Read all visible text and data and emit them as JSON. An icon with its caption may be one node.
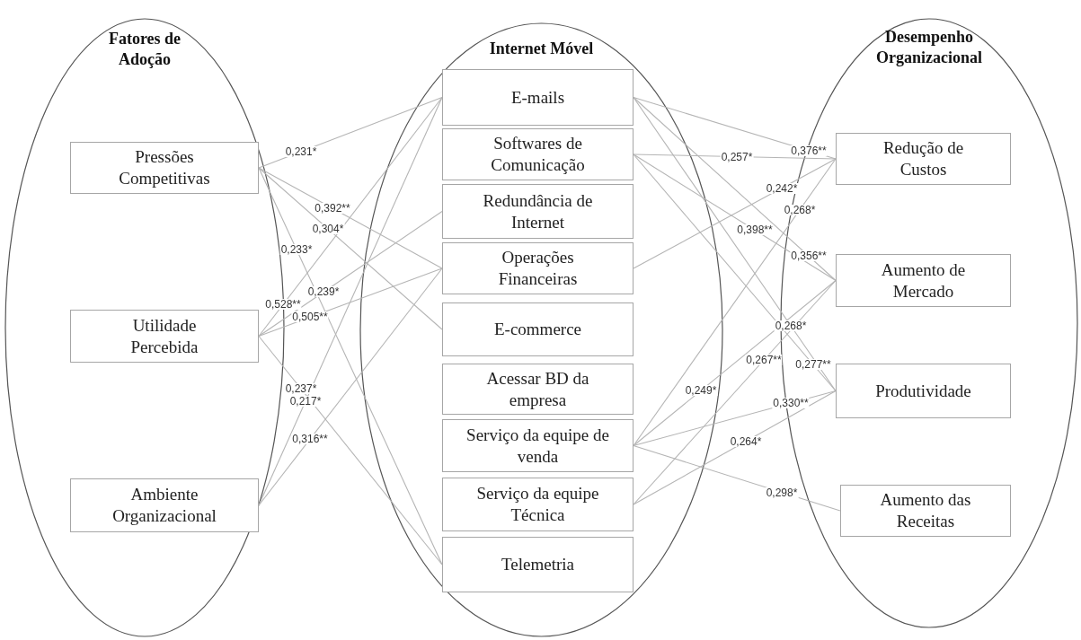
{
  "diagram": {
    "nodes": [
      {
        "text": [
          "Fatores de Adoção"
        ]
      },
      {
        "text": [
          "Pressões Competitivas"
        ],
        "in": 0
      },
      {
        "text": [
          "Utilidade Percebida"
        ],
        "in": 0
      },
      {
        "text": [
          "Ambiente Organizacional"
        ],
        "in": 0
      },
      {
        "text": [
          "Internet Móvel"
        ]
      },
      {
        "text": [
          "E-mails"
        ],
        "in": 4
      },
      {
        "text": [
          "Softwares de Comunicação"
        ],
        "in": 4
      },
      {
        "text": [
          "Redundância de Internet"
        ],
        "in": 4
      },
      {
        "text": [
          "Operações Financeiras"
        ],
        "in": 4
      },
      {
        "text": [
          "E-commerce"
        ],
        "in": 4
      },
      {
        "text": [
          "Acessar BD da empresa"
        ],
        "in": 4
      },
      {
        "text": [
          "Serviço da equipe de venda"
        ],
        "in": 4
      },
      {
        "text": [
          "Serviço da equipe Técnica"
        ],
        "in": 4
      },
      {
        "text": [
          "Telemetria"
        ],
        "in": 4
      },
      {
        "text": [
          "Desempenho Organizacional"
        ]
      },
      {
        "text": [
          "Redução de Custos"
        ],
        "in": 14
      },
      {
        "text": [
          "Aumento de Mercado"
        ],
        "in": 14
      },
      {
        "text": [
          "Produtividade"
        ],
        "in": 14
      },
      {
        "text": [
          "Aumento das Receitas"
        ],
        "in": 14
      }
    ],
    "edges": [
      {
        "from": 1,
        "to": 5,
        "arrow": "none",
        "label": "0,231*"
      },
      {
        "from": 1,
        "to": 8,
        "arrow": "none",
        "label": "0,392**"
      },
      {
        "from": 1,
        "to": 9,
        "arrow": "none",
        "label": "0,304*"
      },
      {
        "from": 1,
        "to": 13,
        "arrow": "none",
        "label": "0,233*"
      },
      {
        "from": 2,
        "to": 5,
        "arrow": "none",
        "label": "0,528**"
      },
      {
        "from": 2,
        "to": 7,
        "arrow": "none",
        "label": "0,239*"
      },
      {
        "from": 2,
        "to": 8,
        "arrow": "none",
        "label": "0,505**"
      },
      {
        "from": 2,
        "to": 13,
        "arrow": "none",
        "label": "0,237*"
      },
      {
        "from": 3,
        "to": 5,
        "arrow": "none",
        "label": "0,217*"
      },
      {
        "from": 3,
        "to": 8,
        "arrow": "none",
        "label": "0,316**"
      },
      {
        "from": 5,
        "to": 15,
        "arrow": "none",
        "label": "0,376**"
      },
      {
        "from": 6,
        "to": 15,
        "arrow": "none",
        "label": "0,257*"
      },
      {
        "from": 8,
        "to": 15,
        "arrow": "none",
        "label": "0,242*"
      },
      {
        "from": 11,
        "to": 15,
        "arrow": "none",
        "label": "0,268*"
      },
      {
        "from": 5,
        "to": 16,
        "arrow": "none",
        "label": "0,356**"
      },
      {
        "from": 11,
        "to": 16,
        "arrow": "none",
        "label": "0,249*"
      },
      {
        "from": 6,
        "to": 16,
        "arrow": "none",
        "label": "0,398**"
      },
      {
        "from": 5,
        "to": 17,
        "arrow": "none",
        "label": "0,268*"
      },
      {
        "from": 6,
        "to": 17,
        "arrow": "none",
        "label": "0,277**"
      },
      {
        "from": 12,
        "to": 16,
        "arrow": "none",
        "label": "0,267**"
      },
      {
        "from": 11,
        "to": 17,
        "arrow": "none",
        "label": "0,330**"
      },
      {
        "from": 12,
        "to": 17,
        "arrow": "none",
        "label": "0,264*"
      },
      {
        "from": 11,
        "to": 18,
        "arrow": "none",
        "label": "0,298*"
      }
    ]
  }
}
